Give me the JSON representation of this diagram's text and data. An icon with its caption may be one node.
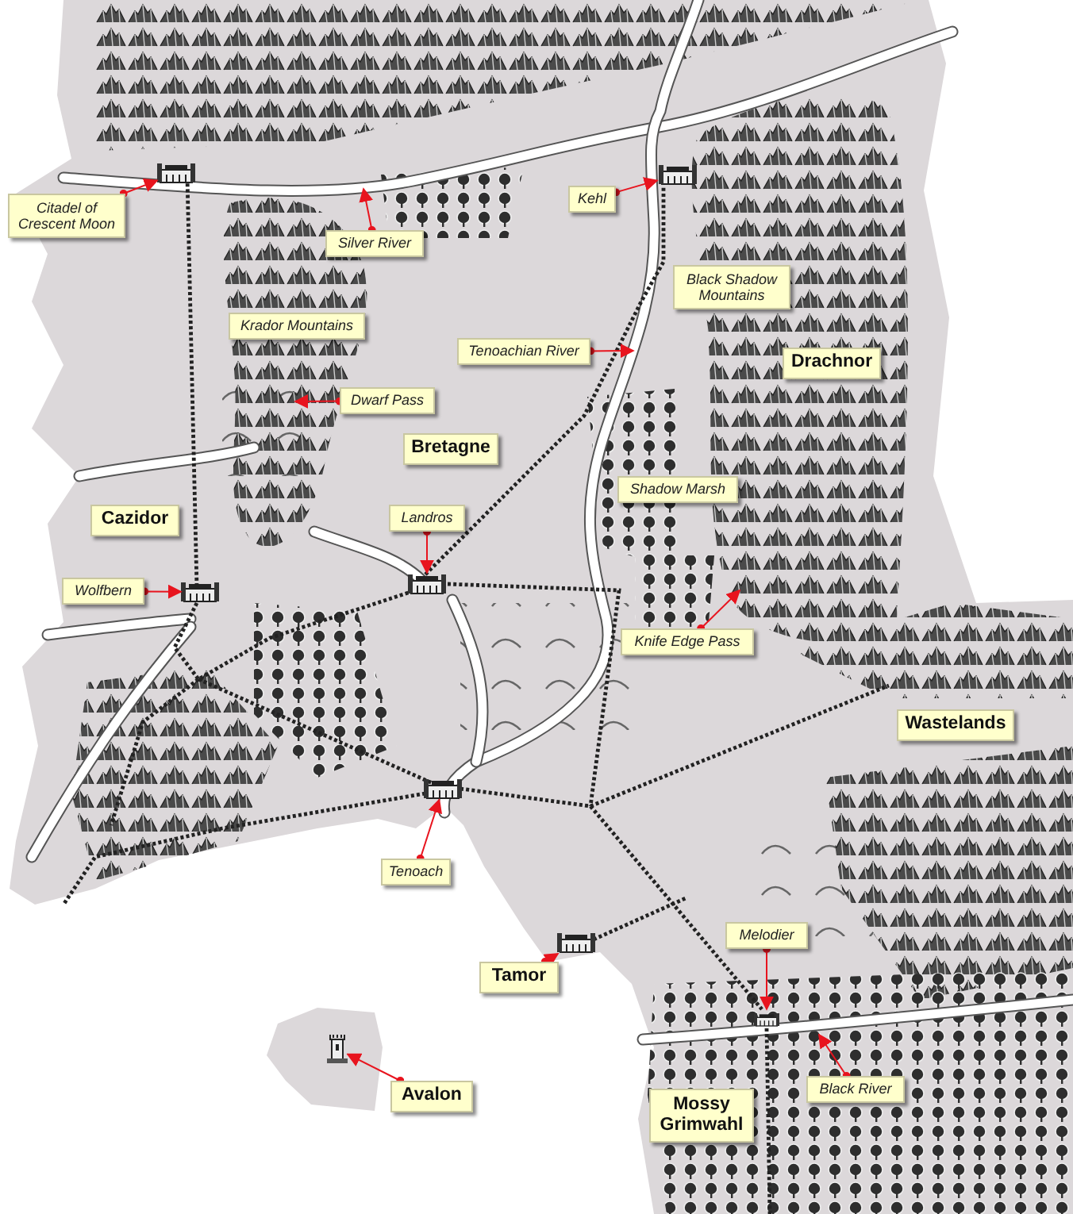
{
  "diagram": {
    "nodes": [
      {
        "text": [
          "Citadel of Crescent Moon"
        ]
      },
      {
        "text": [
          "Silver River"
        ]
      },
      {
        "text": [
          "Kehl"
        ]
      },
      {
        "text": [
          "Black Shadow Mountains"
        ]
      },
      {
        "text": [
          "Krador Mountains"
        ]
      },
      {
        "text": [
          "Tenoachian River"
        ]
      },
      {
        "text": [
          "Drachnor"
        ]
      },
      {
        "text": [
          "Dwarf Pass"
        ]
      },
      {
        "text": [
          "Bretagne"
        ]
      },
      {
        "text": [
          "Cazidor"
        ]
      },
      {
        "text": [
          "Shadow Marsh"
        ]
      },
      {
        "text": [
          "Landros"
        ]
      },
      {
        "text": [
          "Wolfbern"
        ]
      },
      {
        "text": [
          "Knife Edge Pass"
        ]
      },
      {
        "text": [
          "Wastelands"
        ]
      },
      {
        "text": [
          "Tenoach"
        ]
      },
      {
        "text": [
          "Melodier"
        ]
      },
      {
        "text": [
          "Tamor"
        ]
      },
      {
        "text": [
          "Avalon"
        ]
      },
      {
        "text": [
          "Black River"
        ]
      },
      {
        "text": [
          "Mossy Grimwahl"
        ]
      },
      {
        "text": [],
        "shape": "picture"
      },
      {
        "text": [],
        "shape": "picture"
      },
      {
        "text": [],
        "shape": "picture"
      },
      {
        "text": [],
        "shape": "picture"
      },
      {
        "text": [],
        "shape": "picture"
      },
      {
        "text": [],
        "shape": "picture"
      },
      {
        "text": [],
        "shape": "picture"
      },
      {
        "text": [],
        "shape": "picture"
      }
    ],
    "edges": [
      {
        "from": 0,
        "to": 21,
        "arrow": "to"
      },
      {
        "from": 1,
        "to": null,
        "arrow": "to"
      },
      {
        "from": 2,
        "to": 22,
        "arrow": "to"
      },
      {
        "from": 5,
        "to": null,
        "arrow": "to"
      },
      {
        "from": 7,
        "to": null,
        "arrow": "to"
      },
      {
        "from": 11,
        "to": 24,
        "arrow": "to"
      },
      {
        "from": 12,
        "to": 23,
        "arrow": "to"
      },
      {
        "from": 13,
        "to": null,
        "arrow": "to"
      },
      {
        "from": 15,
        "to": 25,
        "arrow": "to"
      },
      {
        "from": 16,
        "to": 27,
        "arrow": "to"
      },
      {
        "from": 17,
        "to": 26,
        "arrow": "to"
      },
      {
        "from": 18,
        "to": 28,
        "arrow": "to"
      },
      {
        "from": 19,
        "to": null,
        "arrow": "to"
      }
    ]
  }
}
